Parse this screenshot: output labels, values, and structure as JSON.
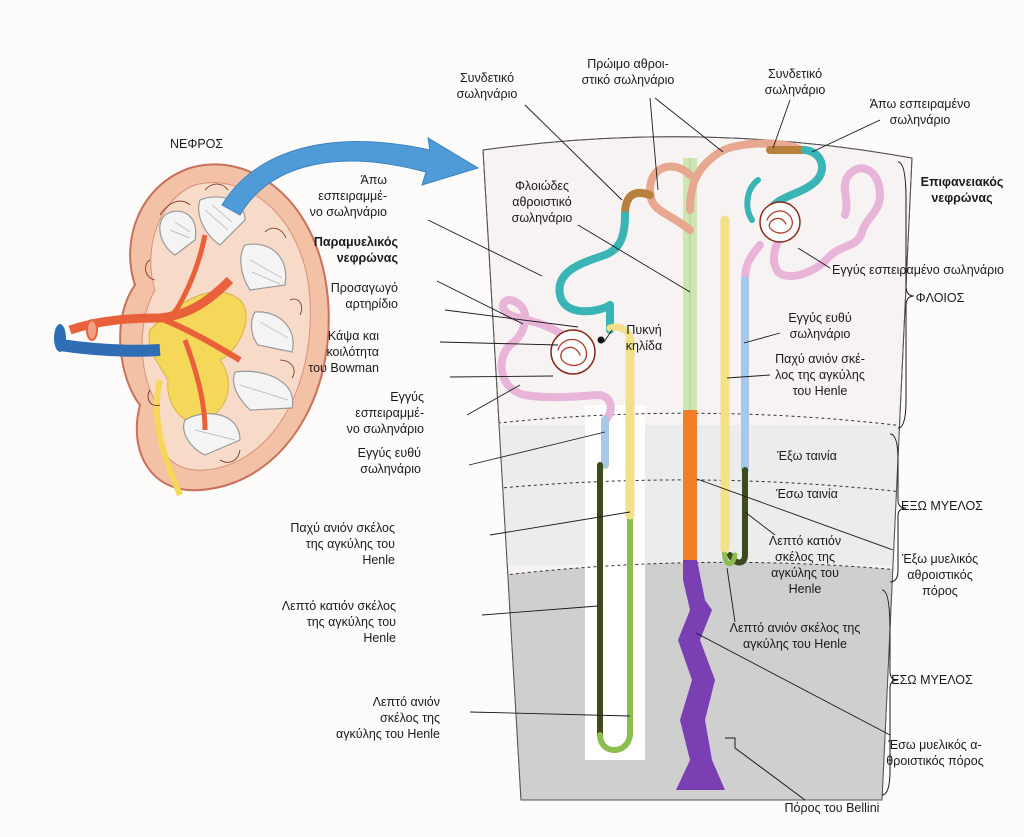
{
  "colors": {
    "cortex_bg": "#f7f3f3",
    "outer_medulla_bg": "#ececec",
    "inner_medulla_bg": "#cfcfcf",
    "collecting_duct_cortex": "#cde6b4",
    "collecting_duct_outer": "#f07f28",
    "collecting_duct_inner": "#7a3fb2",
    "proximal_convoluted": "#e8b4d8",
    "proximal_straight": "#a8c8e8",
    "thin_descending": "#3d4a1e",
    "thin_ascending": "#8cbd4e",
    "thick_ascending": "#f3e08a",
    "distal_convoluted": "#3ab5b6",
    "connecting_tubule": "#b8803e",
    "kidney_cortex": "#f3c1a6",
    "artery": "#e8613a",
    "vein": "#2f6db5",
    "arrow": "#4f9bd8"
  },
  "labels": {
    "kidney": "ΝΕΦΡΟΣ",
    "connecting_left": [
      "Συνδετικό",
      "σωληνάριο"
    ],
    "initial_collecting": [
      "Πρώιμο αθροι-",
      "στικό σωληνάριο"
    ],
    "connecting_right": [
      "Συνδετικό",
      "σωληνάριο"
    ],
    "distal_convoluted_right": [
      "Άπω εσπειραμένο",
      "σωληνάριο"
    ],
    "superficial_nephron": [
      "Επιφανειακός",
      "νεφρώνας"
    ],
    "distal_convoluted_left": [
      "Άπω",
      "εσπειραμμέ-",
      "νο σωληνάριο"
    ],
    "cortical_collecting": [
      "Φλοιώδες",
      "αθροιστικό",
      "σωληνάριο"
    ],
    "juxtamedullary_nephron": [
      "Παραμυελικός",
      "νεφρώνας"
    ],
    "afferent_arteriole": [
      "Προσαγωγό",
      "αρτηρίδιο"
    ],
    "macula_densa": [
      "Πυκνή",
      "κηλίδα"
    ],
    "bowman": [
      "Κάψα και",
      "κοιλότητα",
      "του Bowman"
    ],
    "proximal_convoluted_left": [
      "Εγγύς",
      "εσπειραμμέ-",
      "νο σωληνάριο"
    ],
    "proximal_straight_left": [
      "Εγγύς ευθύ",
      "σωληνάριο"
    ],
    "thick_ascending_left": [
      "Παχύ ανιόν σκέλος",
      "της αγκύλης του",
      "Henle"
    ],
    "thin_descending_left": [
      "Λεπτό κατιόν σκέλος",
      "της αγκύλης του",
      "Henle"
    ],
    "thin_ascending_left": [
      "Λεπτό ανιόν",
      "σκέλος της",
      "αγκύλης του Henle"
    ],
    "proximal_convoluted_right": "Εγγύς εσπειραμένο σωληνάριο",
    "cortex_zone": "ΦΛΟΙΟΣ",
    "proximal_straight_right": [
      "Εγγύς ευθύ",
      "σωληνάριο"
    ],
    "thick_ascending_right": [
      "Παχύ ανιόν σκέ-",
      "λος της αγκύλης",
      "του Henle"
    ],
    "outer_stripe": "Έξω ταινία",
    "inner_stripe": "Έσω ταινία",
    "outer_medulla_zone": "ΕΞΩ ΜΥΕΛΟΣ",
    "thin_descending_right": [
      "Λεπτό κατιόν",
      "σκέλος της",
      "αγκύλης του",
      "Henle"
    ],
    "outer_medullary_collecting": [
      "Έξω μυελικός",
      "αθροιστικός",
      "πόρος"
    ],
    "thin_ascending_right": [
      "Λεπτό ανιόν σκέλος της",
      "αγκύλης του Henle"
    ],
    "inner_medulla_zone": "ΕΣΩ ΜΥΕΛΟΣ",
    "inner_medullary_collecting": [
      "Έσω μυελικός α-",
      "θροιστικός πόρος"
    ],
    "bellini": "Πόρος του Bellini"
  }
}
